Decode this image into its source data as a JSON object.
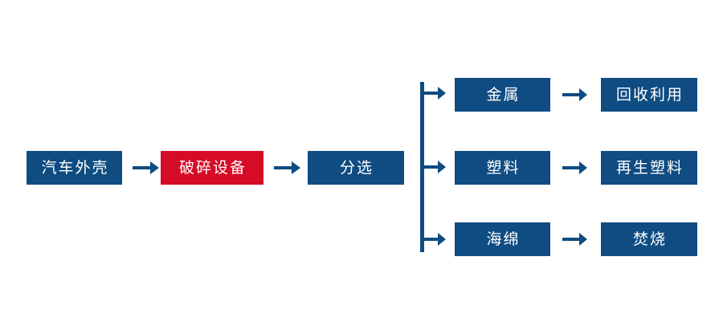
{
  "diagram": {
    "type": "process-flowchart",
    "background_color": "#ffffff",
    "colors": {
      "primary_blue": "#0f4c81",
      "highlight_red": "#d60b25",
      "node_text": "#ffffff",
      "arrow": "#0f4c81"
    },
    "stages": {
      "input": {
        "label": "汽车外壳",
        "color": "blue"
      },
      "process": {
        "label": "破碎设备",
        "color": "red"
      },
      "sorting": {
        "label": "分选",
        "color": "blue"
      }
    },
    "branches": [
      {
        "material": {
          "label": "金属",
          "color": "blue"
        },
        "destination": {
          "label": "回收利用",
          "color": "blue"
        }
      },
      {
        "material": {
          "label": "塑料",
          "color": "blue"
        },
        "destination": {
          "label": "再生塑料",
          "color": "blue"
        }
      },
      {
        "material": {
          "label": "海绵",
          "color": "blue"
        },
        "destination": {
          "label": "焚烧",
          "color": "blue"
        }
      }
    ],
    "icons": {
      "arrow_right": "arrow-right-icon",
      "branch_split": "branch-split-icon"
    }
  }
}
